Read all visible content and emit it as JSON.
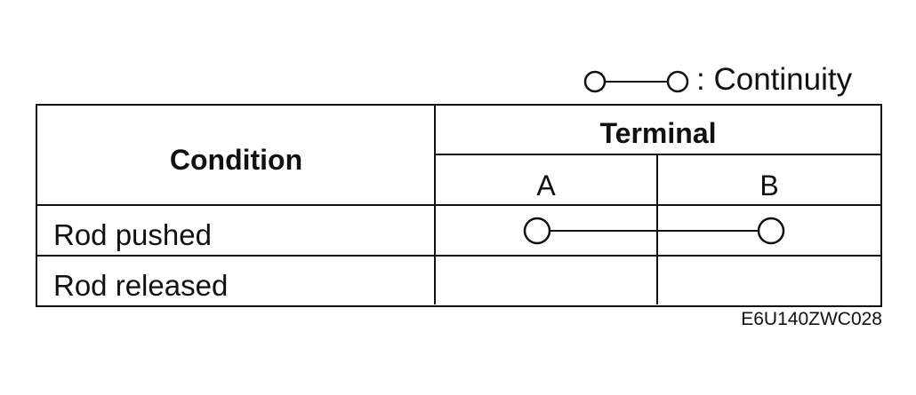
{
  "legend": {
    "symbol": "continuity-symbol",
    "separator": ":",
    "label": "Continuity"
  },
  "table": {
    "header_condition": "Condition",
    "header_terminal": "Terminal",
    "terminals": [
      "A",
      "B"
    ],
    "rows": [
      {
        "condition": "Rod pushed",
        "continuity": [
          "A",
          "B"
        ]
      },
      {
        "condition": "Rod released",
        "continuity": []
      }
    ]
  },
  "diagram_code": "E6U140ZWC028",
  "colors": {
    "line": "#111111",
    "background": "#ffffff"
  }
}
